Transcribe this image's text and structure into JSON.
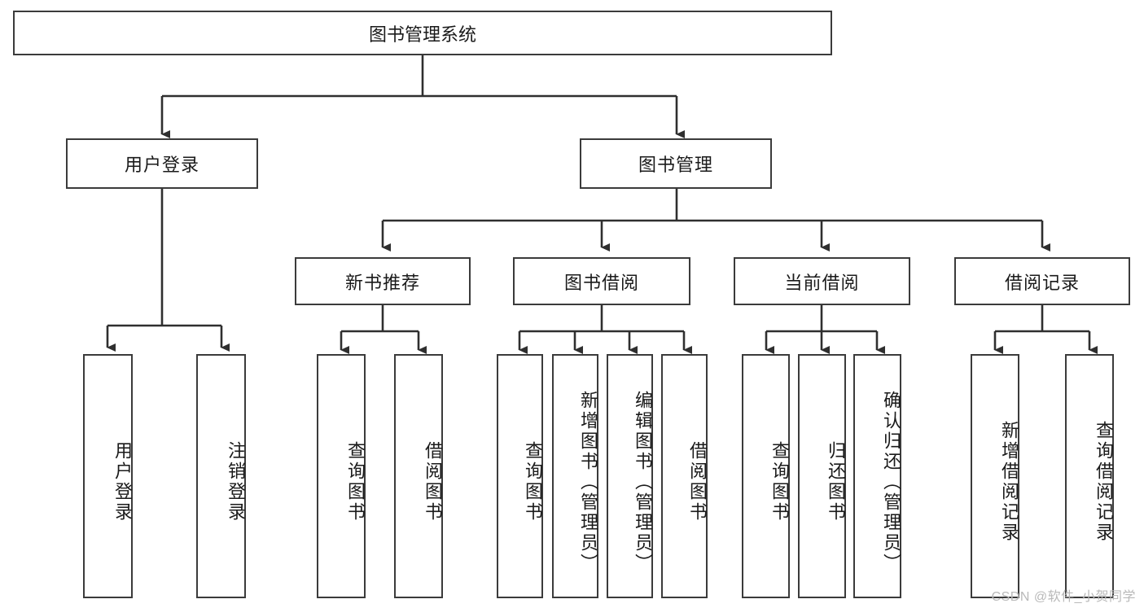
{
  "diagram": {
    "title": "图书管理系统",
    "type": "tree",
    "orientation": "top-down",
    "colors": {
      "box_border": "#3b3b3b",
      "box_fill": "#ffffff",
      "connector": "#2f2f2f",
      "text": "#1a1a1a",
      "watermark": "#b9b9b9"
    },
    "root": {
      "label": "图书管理系统"
    },
    "level1": [
      {
        "label": "用户登录"
      },
      {
        "label": "图书管理"
      }
    ],
    "level2": [
      {
        "label": "新书推荐"
      },
      {
        "label": "图书借阅"
      },
      {
        "label": "当前借阅"
      },
      {
        "label": "借阅记录"
      }
    ],
    "leaves": {
      "user_login": [
        {
          "label": "用户登录"
        },
        {
          "label": "注销登录"
        }
      ],
      "new_book_recommend": [
        {
          "label": "查询图书"
        },
        {
          "label": "借阅图书"
        }
      ],
      "book_borrow": [
        {
          "label": "查询图书"
        },
        {
          "label": "新增图书（管理员）"
        },
        {
          "label": "编辑图书（管理员）"
        },
        {
          "label": "借阅图书"
        }
      ],
      "current_borrow": [
        {
          "label": "查询图书"
        },
        {
          "label": "归还图书"
        },
        {
          "label": "确认归还（管理员）"
        }
      ],
      "borrow_record": [
        {
          "label": "新增借阅记录"
        },
        {
          "label": "查询借阅记录"
        }
      ]
    },
    "watermark": "CSDN @软件_小贺同学"
  }
}
